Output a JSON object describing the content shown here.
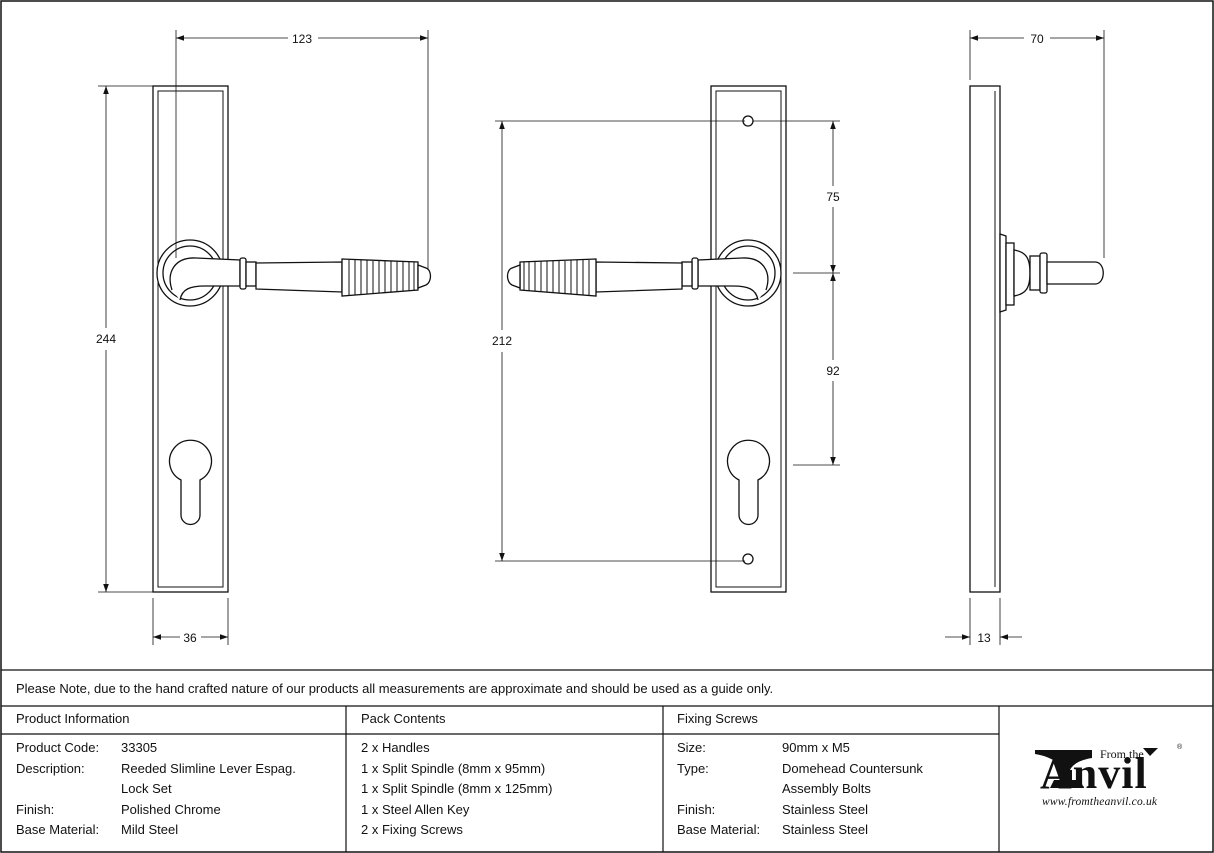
{
  "dimensions": {
    "front_width": "123",
    "front_height": "244",
    "front_plate_width": "36",
    "back_total": "212",
    "back_upper": "75",
    "back_lower": "92",
    "side_width": "70",
    "side_depth": "13"
  },
  "note": "Please Note, due to the hand crafted nature of our products all measurements are approximate and should be used as a guide only.",
  "product_information": {
    "heading": "Product Information",
    "rows": [
      {
        "label": "Product Code:",
        "value": "33305"
      },
      {
        "label": "Description:",
        "value": "Reeded Slimline Lever Espag."
      },
      {
        "label": "",
        "value": "Lock Set"
      },
      {
        "label": "Finish:",
        "value": "Polished Chrome"
      },
      {
        "label": "Base Material:",
        "value": "Mild Steel"
      }
    ]
  },
  "pack_contents": {
    "heading": "Pack Contents",
    "items": [
      "2 x Handles",
      "1 x Split Spindle (8mm x 95mm)",
      "1 x Split Spindle (8mm x 125mm)",
      "1 x Steel Allen Key",
      "2 x Fixing Screws"
    ]
  },
  "fixing_screws": {
    "heading": "Fixing Screws",
    "rows": [
      {
        "label": "Size:",
        "value": "90mm x M5"
      },
      {
        "label": "Type:",
        "value": "Domehead Countersunk"
      },
      {
        "label": "",
        "value": "Assembly Bolts"
      },
      {
        "label": "Finish:",
        "value": "Stainless Steel"
      },
      {
        "label": "Base Material:",
        "value": "Stainless Steel"
      }
    ]
  },
  "brand": {
    "from_the": "From the",
    "name": "Anvil",
    "registered": "®",
    "url": "www.fromtheanvil.co.uk"
  }
}
